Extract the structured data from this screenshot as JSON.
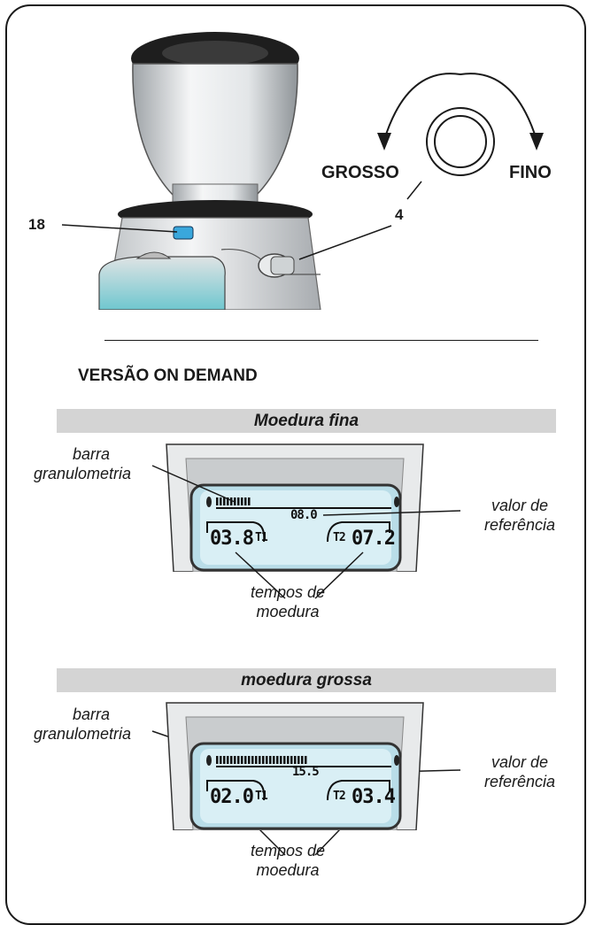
{
  "product": {
    "adjust_coarse": "GROSSO",
    "adjust_fine": "FINO",
    "callout_button": "18",
    "callout_dial": "4"
  },
  "section": {
    "title": "VERSÃO ON DEMAND"
  },
  "panels": [
    {
      "heading": "Moedura fina",
      "bar_label_line1": "barra",
      "bar_label_line2": "granulometria",
      "ref_label_line1": "valor de",
      "ref_label_line2": "referência",
      "ref_value": "08.0",
      "time1": "03.8",
      "time2": "07.2",
      "t1": "T1",
      "t2": "T2",
      "times_label_line1": "tempos de",
      "times_label_line2": "moedura",
      "bar_fill": 0.2
    },
    {
      "heading": "moedura grossa",
      "bar_label_line1": "barra",
      "bar_label_line2": "granulometria",
      "ref_label_line1": "valor de",
      "ref_label_line2": "referência",
      "ref_value": "15.5",
      "time1": "02.0",
      "time2": "03.4",
      "t1": "T1",
      "t2": "T2",
      "times_label_line1": "tempos de",
      "times_label_line2": "moedura",
      "bar_fill": 0.55
    }
  ]
}
